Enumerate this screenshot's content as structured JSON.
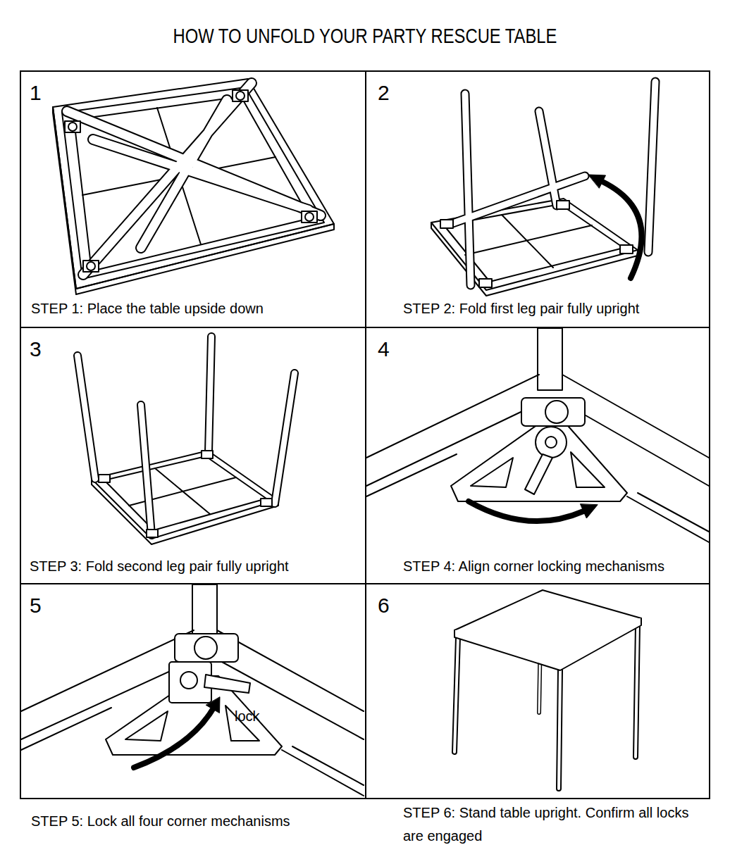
{
  "diagram": {
    "title": "HOW TO UNFOLD YOUR PARTY RESCUE TABLE",
    "nodes": [
      {
        "text": [
          "1",
          "STEP 1: Place the table upside down"
        ]
      },
      {
        "text": [
          "2",
          "STEP 2: Fold first leg pair fully upright"
        ]
      },
      {
        "text": [
          "3",
          "STEP 3: Fold second leg pair fully upright"
        ]
      },
      {
        "text": [
          "4",
          "STEP 4: Align corner locking mechanisms"
        ]
      },
      {
        "text": [
          "5",
          "STEP 5: Lock all four corner mechanisms"
        ]
      },
      {
        "text": [
          "6",
          "STEP 6: Stand table upright. Confirm all locks are engaged"
        ]
      }
    ],
    "labels": [
      "lock"
    ]
  }
}
